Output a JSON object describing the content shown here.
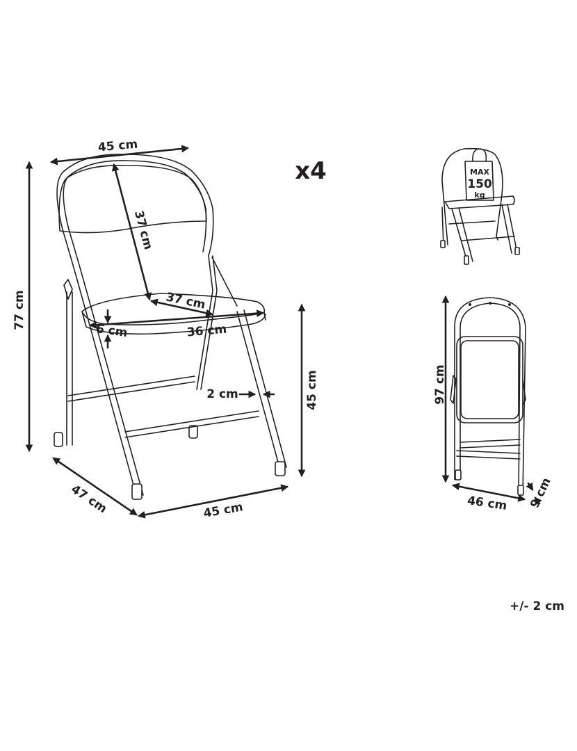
{
  "main_chair": {
    "width_top": "45 cm",
    "backrest_height": "37 cm",
    "overall_height": "77 cm",
    "seat_depth": "37 cm",
    "seat_width": "36 cm",
    "seat_thickness": "6 cm",
    "tube_diameter": "2 cm",
    "seat_height": "45 cm",
    "base_depth": "47 cm",
    "base_width": "45 cm"
  },
  "quantity": "x4",
  "load_badge": {
    "line1": "MAX",
    "line2": "150",
    "line3": "kg"
  },
  "folded_chair": {
    "height": "97 cm",
    "width": "46 cm",
    "depth": "9 cm"
  },
  "tolerance": "+/- 2 cm",
  "colors": {
    "ink": "#231f20",
    "background": "#ffffff"
  }
}
